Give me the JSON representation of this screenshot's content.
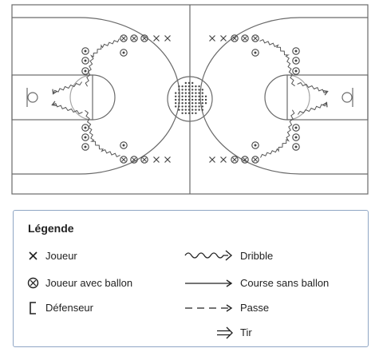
{
  "diagram": {
    "legend": {
      "title": "Légende",
      "items": [
        {
          "symbol": "x-icon",
          "label": "Joueur"
        },
        {
          "symbol": "circled-x-icon",
          "label": "Joueur avec ballon"
        },
        {
          "symbol": "bracket-icon",
          "label": "Défenseur"
        },
        {
          "symbol": "wavy-arrow-icon",
          "label": "Dribble"
        },
        {
          "symbol": "solid-arrow-icon",
          "label": "Course sans ballon"
        },
        {
          "symbol": "dashed-arrow-icon",
          "label": "Passe"
        },
        {
          "symbol": "double-arrow-icon",
          "label": "Tir"
        }
      ]
    },
    "colors": {
      "line": "#666666",
      "text": "#222222",
      "legend_border": "#8fa6c4"
    }
  }
}
